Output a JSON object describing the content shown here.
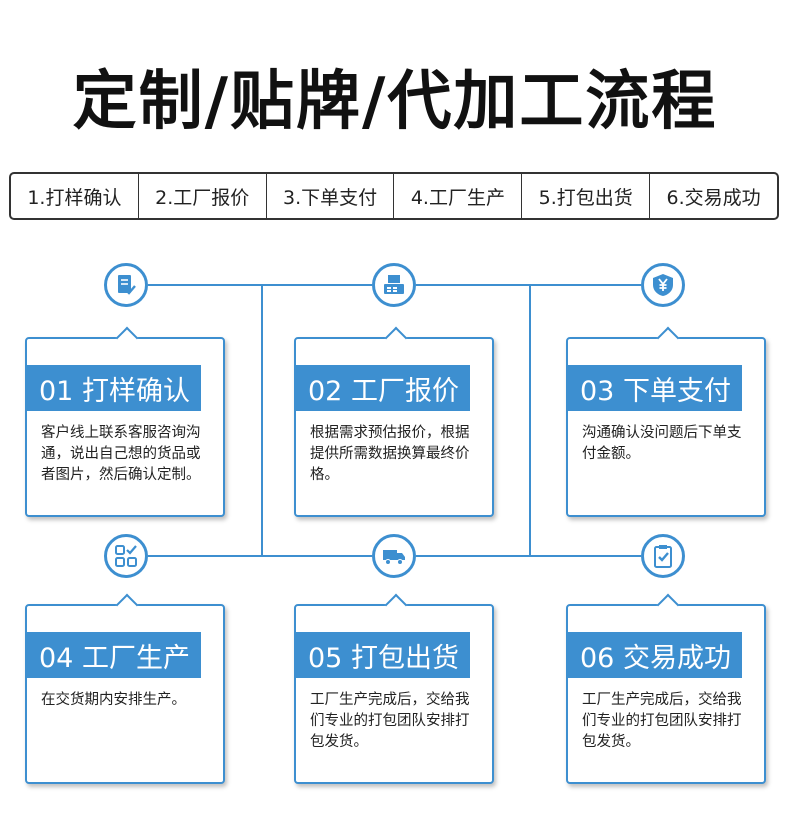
{
  "title": "定制/贴牌/代加工流程",
  "steps": [
    "1.打样确认",
    "2.工厂报价",
    "3.下单支付",
    "4.工厂生产",
    "5.打包出货",
    "6.交易成功"
  ],
  "accent_color": "#3d8fd0",
  "cards": [
    {
      "header": "01 打样确认",
      "body": "客户线上联系客服咨询沟通，说出自己想的货品或者图片，然后确认定制。",
      "icon": "document-check-icon"
    },
    {
      "header": "02 工厂报价",
      "body": "根据需求预估报价，根据提供所需数据换算最终价格。",
      "icon": "cash-register-icon"
    },
    {
      "header": "03 下单支付",
      "body": "沟通确认没问题后下单支付金额。",
      "icon": "yen-shield-icon"
    },
    {
      "header": "04 工厂生产",
      "body": "在交货期内安排生产。",
      "icon": "grid-check-icon"
    },
    {
      "header": "05 打包出货",
      "body": "工厂生产完成后，交给我们专业的打包团队安排打包发货。",
      "icon": "truck-icon"
    },
    {
      "header": "06 交易成功",
      "body": "工厂生产完成后，交给我们专业的打包团队安排打包发货。",
      "icon": "clipboard-check-icon"
    }
  ]
}
